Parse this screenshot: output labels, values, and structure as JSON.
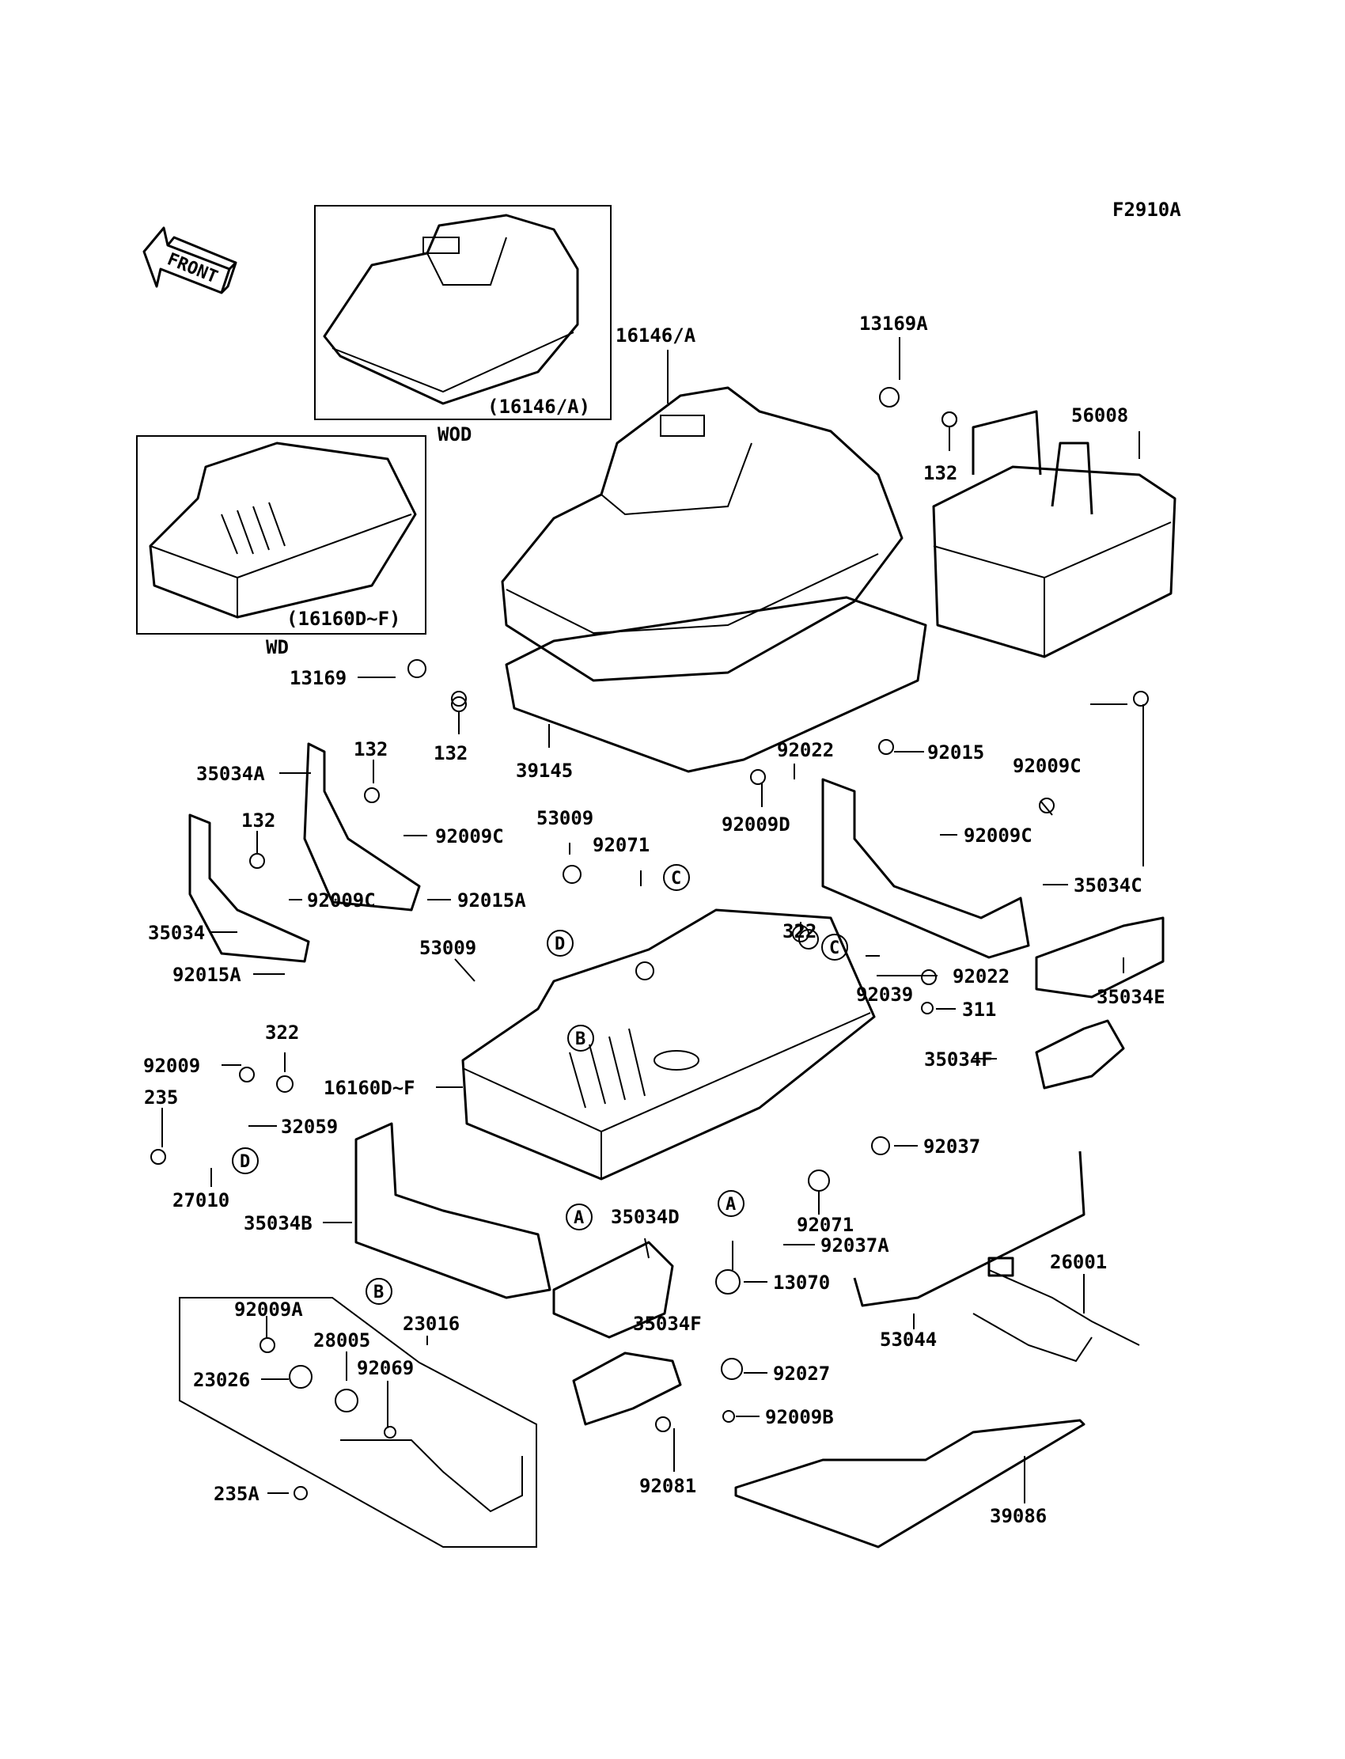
{
  "diagram": {
    "figure_code": "F2910A",
    "front_arrow_label": "FRONT",
    "insets": [
      {
        "id": "wod",
        "caption": "WOD",
        "part_label": "(16146/A)"
      },
      {
        "id": "wd",
        "caption": "WD",
        "part_label": "(16160D~F)"
      }
    ],
    "parts": [
      "16146/A",
      "13169A",
      "132",
      "56008",
      "13169",
      "132",
      "39145",
      "132",
      "35034A",
      "92009C",
      "132",
      "92009C",
      "92015A",
      "35034",
      "92015A",
      "92022",
      "92015",
      "92009C",
      "92009D",
      "92009C",
      "35034C",
      "53009",
      "92071",
      "322",
      "92039",
      "92022",
      "311",
      "35034E",
      "53009",
      "35034F",
      "322",
      "92009",
      "235",
      "32059",
      "27010",
      "16160D~F",
      "92037",
      "35034B",
      "35034D",
      "92071",
      "92037A",
      "13070",
      "92009A",
      "23016",
      "28005",
      "23026",
      "92069",
      "35034F",
      "92027",
      "92009B",
      "92081",
      "235A",
      "53044",
      "26001",
      "39086"
    ],
    "refs": [
      "C",
      "C",
      "D",
      "B",
      "D",
      "A",
      "A",
      "B"
    ]
  }
}
